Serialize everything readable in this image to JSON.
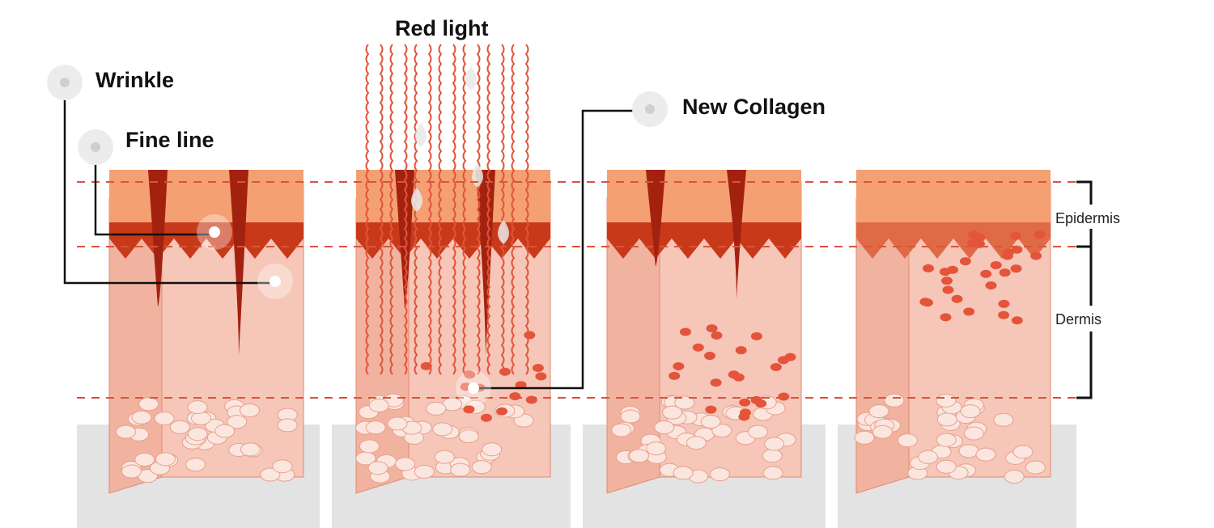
{
  "title": "Red light",
  "callouts": {
    "wrinkle": "Wrinkle",
    "fine_line": "Fine line",
    "new_collagen": "New Collagen"
  },
  "layers": {
    "epidermis": "Epidermis",
    "dermis": "Dermis"
  },
  "colors": {
    "epidermis": "#f4a072",
    "dark_band": "#c8391a",
    "dermis": "#f6c6b8",
    "dashed_line": "#d9543a",
    "red_light": "#e0553a",
    "platform": "#e3e3e3"
  },
  "stages": [
    "before-treatment",
    "during-red-light",
    "collagen-forming",
    "after-treatment"
  ]
}
